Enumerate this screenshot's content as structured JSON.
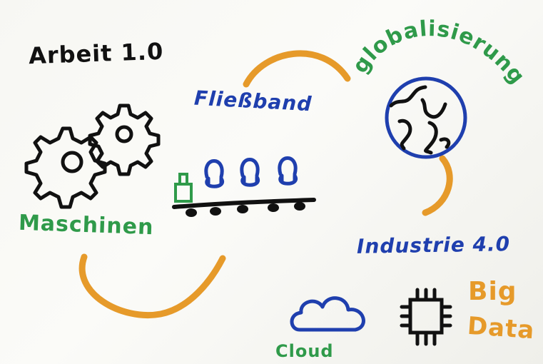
{
  "labels": {
    "arbeit": "Arbeit 1.0",
    "fliessband": "Fließband",
    "globalisierung": "globalisierung",
    "maschinen": "Maschinen",
    "industrie": "Industrie 4.0",
    "cloud": "Cloud",
    "big": "Big",
    "data": "Data"
  },
  "icons": [
    "gears-icon",
    "assembly-line-icon",
    "globe-icon",
    "cloud-icon",
    "chip-icon",
    "arc-arrow"
  ],
  "colors": {
    "black": "#111111",
    "blue": "#1f3fae",
    "green": "#2f9a4a",
    "orange": "#e69a2a"
  }
}
